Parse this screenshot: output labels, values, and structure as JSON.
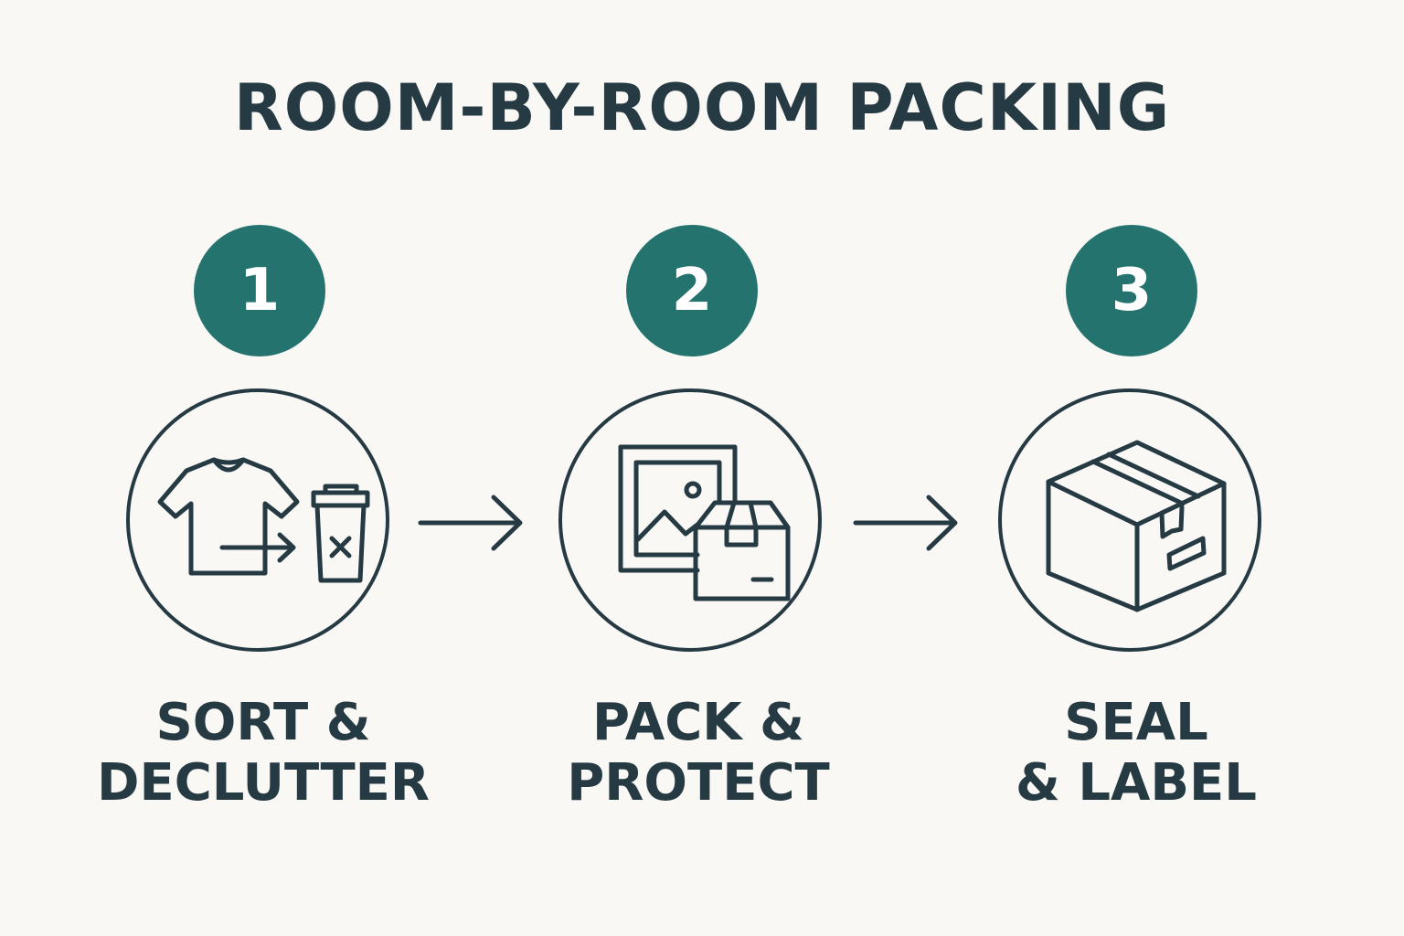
{
  "title": "ROOM-BY-ROOM PACKING",
  "steps": [
    {
      "number": "1",
      "label_line_1": "SORT &",
      "label_line_2": "DECLUTTER",
      "icons": [
        "t-shirt-icon",
        "right-arrow-icon",
        "trash-bin-icon"
      ]
    },
    {
      "number": "2",
      "label_line_1": "PACK &",
      "label_line_2": "PROTECT",
      "icons": [
        "picture-frame-icon",
        "box-icon"
      ]
    },
    {
      "number": "3",
      "label_line_1": "SEAL",
      "label_line_2": "& LABEL",
      "icons": [
        "sealed-box-icon"
      ]
    }
  ],
  "flow_icons": [
    "right-arrow-icon",
    "right-arrow-icon"
  ],
  "colors": {
    "background": "#f9f8f4",
    "accent": "#25736f",
    "ink": "#263a43",
    "badge_text": "#ffffff"
  }
}
